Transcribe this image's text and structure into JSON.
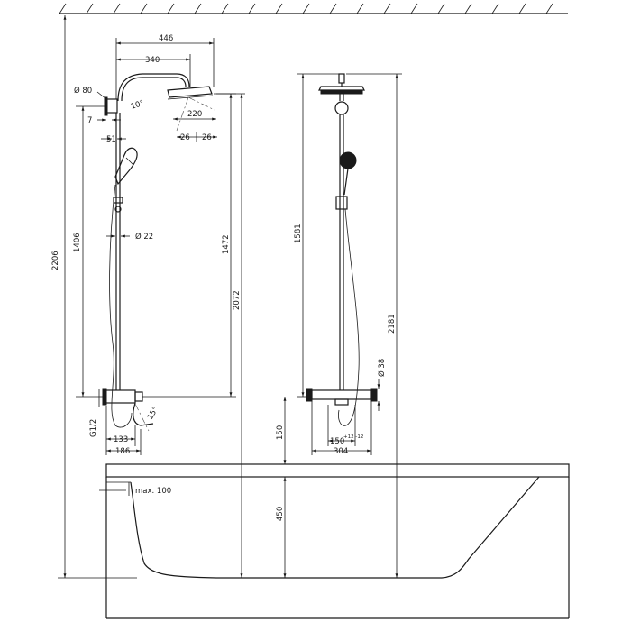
{
  "dimensions": {
    "d446": "446",
    "d340": "340",
    "d80": "Ø 80",
    "d10": "10°",
    "d7": "7",
    "d51": "51",
    "d220": "220",
    "d26a": "26",
    "d26b": "26",
    "d22": "Ø 22",
    "d2206": "2206",
    "d1406": "1406",
    "d1472": "1472",
    "d2072": "2072",
    "dG12": "G1/2",
    "d133": "133",
    "d186": "186",
    "d15": "15°",
    "d1581": "1581",
    "d2181": "2181",
    "d38": "Ø 38",
    "d150v": "150",
    "d150h": "150",
    "d150tol": "+12 -12",
    "d304": "304",
    "d450": "450",
    "dmax100": "max. 100"
  }
}
